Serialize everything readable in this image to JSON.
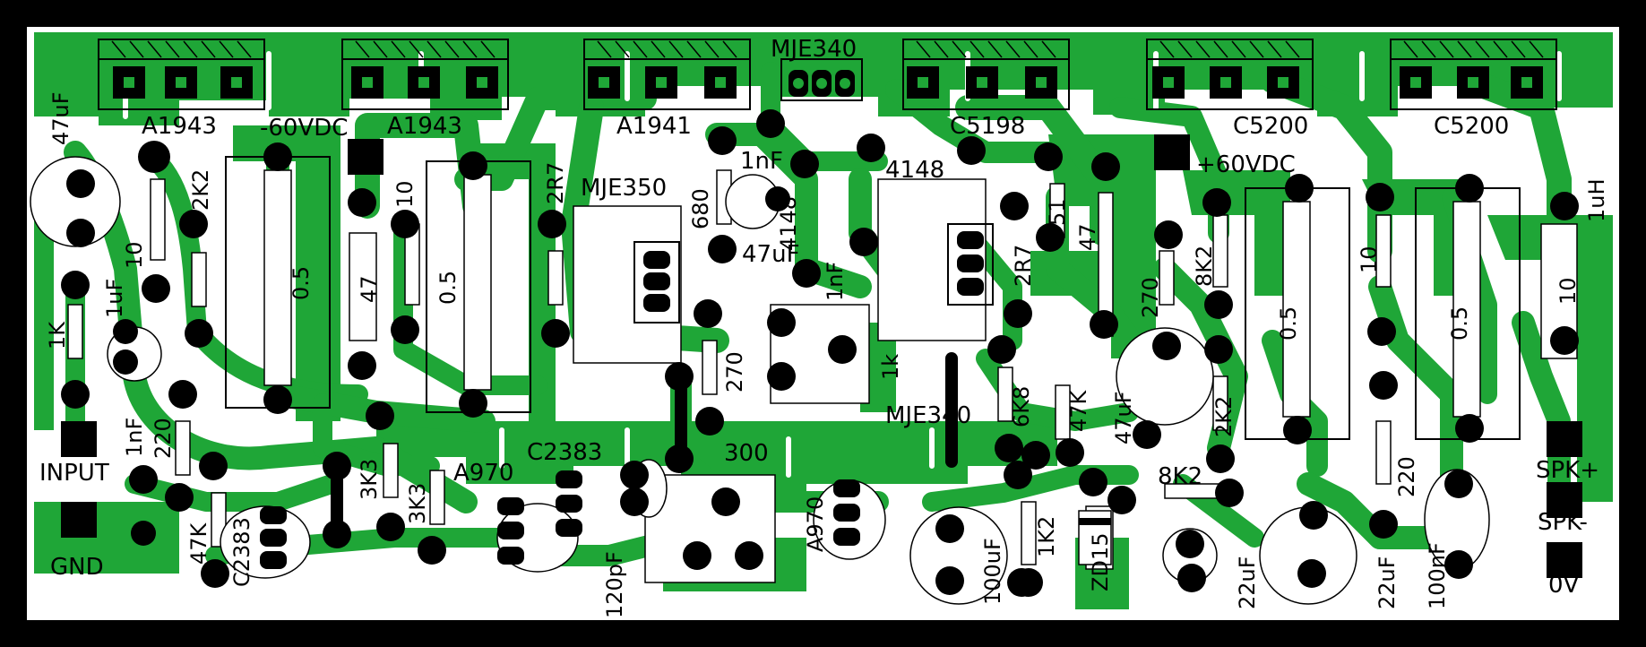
{
  "board": {
    "colors": {
      "copper": "#1fa637",
      "board": "#ffffff",
      "frame": "#000000",
      "pad": "#000000"
    },
    "labels": {
      "q1": "A1943",
      "q2": "A1943",
      "q3": "A1941",
      "q4": "MJE340",
      "q5": "C5198",
      "q6": "C5200",
      "q7": "C5200",
      "neg_supply": "-60VDC",
      "pos_supply": "+60VDC",
      "c_in_47uf": "47uF",
      "r_2k2_a": "2K2",
      "r_10_a": "10",
      "c_1uf": "1uF",
      "r_1k_in": "1K",
      "input": "INPUT",
      "gnd": "GND",
      "c_1nf_in": "1nF",
      "r_220_a": "220",
      "r_47k_a": "47K",
      "q_c2383_a": "C2383",
      "r_05_a": "0.5",
      "r_47_a": "47",
      "r_10_b": "10",
      "r_05_b": "0.5",
      "r_2r7_a": "2R7",
      "q_mje350": "MJE350",
      "r_680": "680",
      "c_1nf_a": "1nF",
      "c_47uf_b": "47uF",
      "d_4148_a": "4148",
      "c_1nf_b": "1nF",
      "d_4148_b": "4148",
      "r_270_a": "270",
      "r_300": "300",
      "r_1k_b": "1k",
      "q_mje340_b": "MJE340",
      "r_3k3_a": "3K3",
      "r_3k3_b": "3K3",
      "q_a970_a": "A970",
      "q_c2383_b": "C2383",
      "c_120pf": "120pF",
      "q_a970_b": "A970",
      "r_2r7_b": "2R7",
      "r_51": "51",
      "r_47_b": "47",
      "r_270_b": "270",
      "r_8k2_a": "8K2",
      "r_6k8": "6K8",
      "r_47k_b": "47K",
      "c_47uf_c": "47uF",
      "r_2k2_b": "2K2",
      "r_8k2_b": "8K2",
      "c_100uf": "100uF",
      "r_1k2": "1K2",
      "d_zd15": "ZD15",
      "c_22uf_a": "22uF",
      "r_05_c": "0.5",
      "r_10_c": "10",
      "r_05_d": "0.5",
      "r_220_b": "220",
      "c_22uf_b": "22uF",
      "c_100nf": "100nF",
      "l_1uh": "1uH",
      "r_10_d": "10",
      "spk_pos": "SPK+",
      "spk_neg": "SPK-",
      "zero_v": "0V"
    }
  }
}
